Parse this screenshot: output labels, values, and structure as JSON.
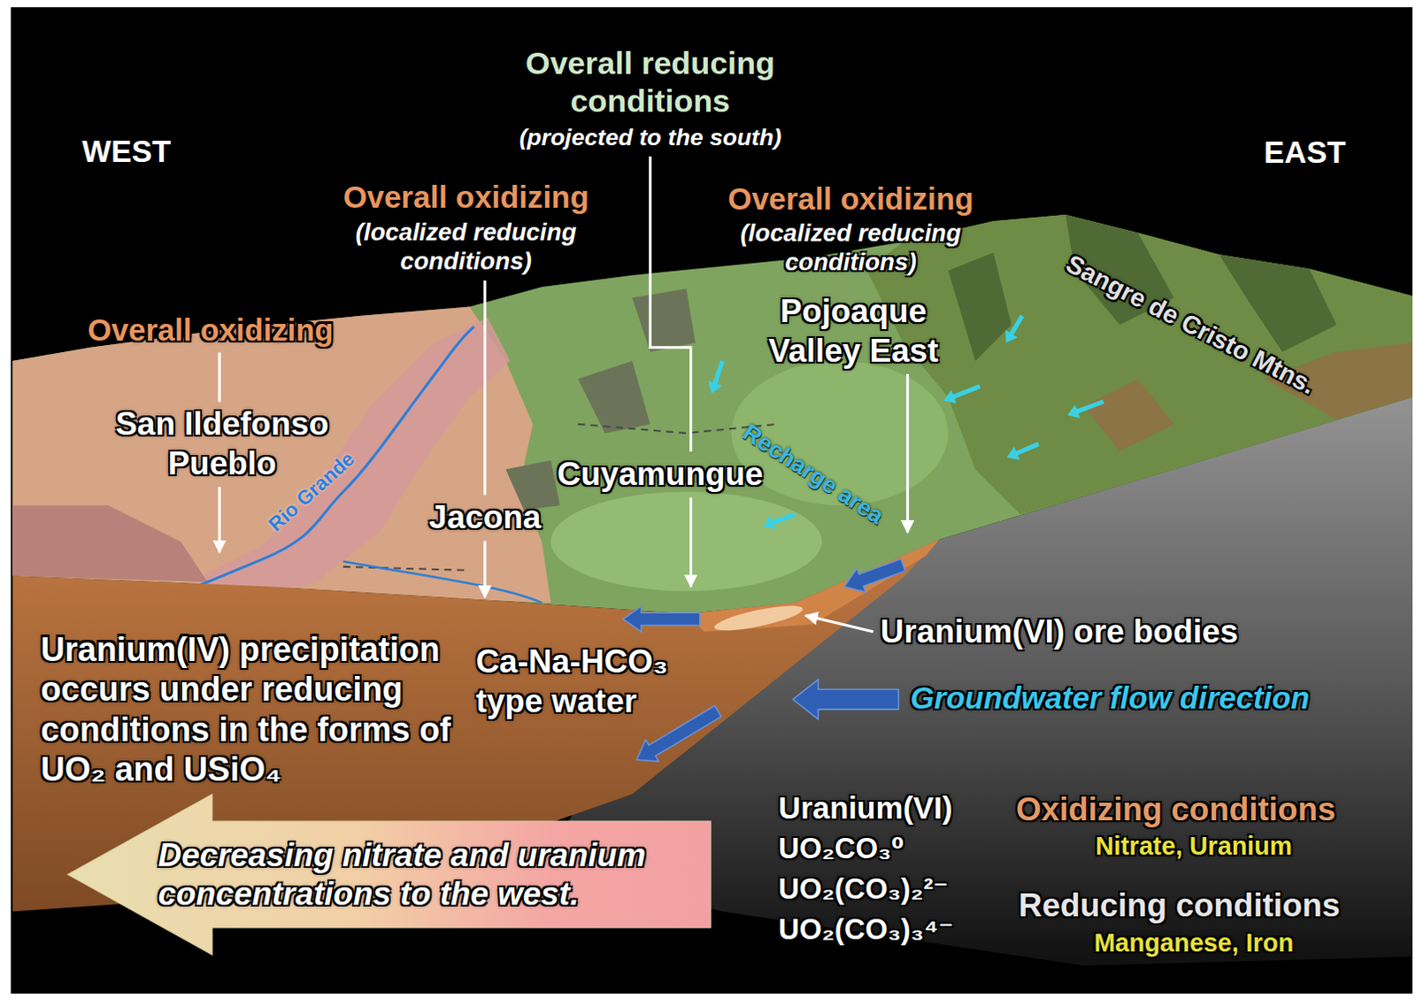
{
  "diagram": {
    "nodes": [
      {
        "text": [
          "Decreasing nitrate and uranium concentrations to the west."
        ]
      }
    ],
    "labels": [
      "WEST",
      "EAST",
      "Overall reducing conditions",
      "(projected to the south)",
      "Overall oxidizing",
      "(localized reducing conditions)",
      "Overall oxidizing",
      "(localized reducing conditions)",
      "Overall oxidizing",
      "San Ildefonso Pueblo",
      "Rio Grande",
      "Jacona",
      "Cuyamungue",
      "Pojoaque Valley East",
      "Recharge area",
      "Sangre de Cristo Mtns.",
      "Uranium(VI) ore bodies",
      "Uranium(IV) precipitation occurs under reducing conditions in the forms of UO₂ and USiO₄",
      "Ca-Na-HCO₃ type water",
      "Groundwater flow direction",
      "Uranium(VI)",
      "UO₂CO₃⁰",
      "UO₂(CO₃)₂²⁻",
      "UO₂(CO₃)₃⁴⁻",
      "Oxidizing conditions",
      "Nitrate, Uranium",
      "Reducing conditions",
      "Manganese, Iron"
    ]
  }
}
